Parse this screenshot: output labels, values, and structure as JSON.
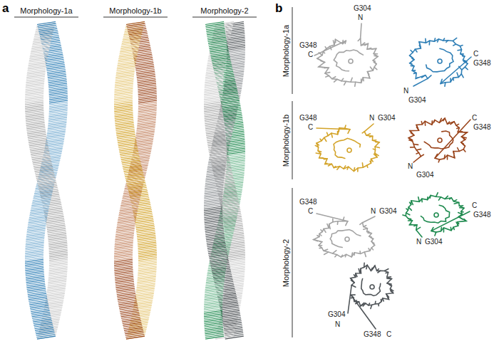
{
  "diagram": {
    "labels": [
      "a",
      "Morphology-1a",
      "Morphology-1b",
      "Morphology-2",
      "b",
      "Morphology-1a",
      "Morphology-1b",
      "Morphology-2",
      "G304",
      "N",
      "G348",
      "C",
      "C",
      "G348",
      "N",
      "G304",
      "G348",
      "C",
      "N",
      "G304",
      "C",
      "G348",
      "N",
      "G304",
      "G348",
      "C",
      "N",
      "G304",
      "C",
      "G348",
      "N",
      "G304",
      "G304",
      "N",
      "G348",
      "C"
    ]
  }
}
